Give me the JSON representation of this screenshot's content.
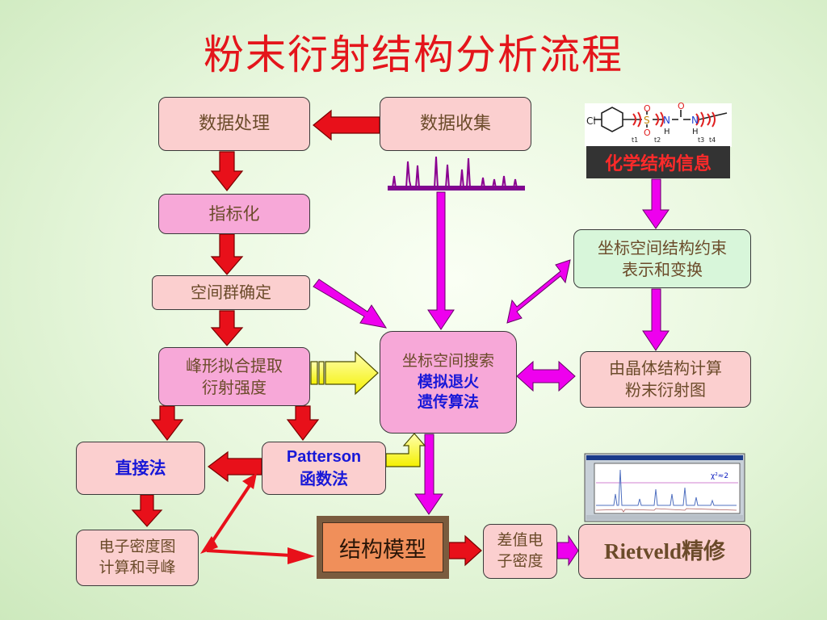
{
  "title": "粉末衍射结构分析流程",
  "boxes": {
    "data_processing": "数据处理",
    "data_collection": "数据收集",
    "indexing": "指标化",
    "space_group": "空间群确定",
    "peak_fit_1": "峰形拟合提取",
    "peak_fit_2": "衍射强度",
    "search_1": "坐标空间搜索",
    "search_2": "模拟退火",
    "search_3": "遗传算法",
    "constraint_1": "坐标空间结构约束",
    "constraint_2": "表示和变换",
    "calc_1": "由晶体结构计算",
    "calc_2": "粉末衍射图",
    "direct_method": "直接法",
    "patterson_1": "Patterson",
    "patterson_2": "函数法",
    "density_1": "电子密度图",
    "density_2": "计算和寻峰",
    "structure_model": "结构模型",
    "diff_1": "差值电",
    "diff_2": "子密度",
    "rietveld": "Rietveld精修",
    "chem_info": "化学结构信息"
  },
  "molecule": {
    "cl": "Cl",
    "s": "S",
    "o_top": "O",
    "o_bottom": "O",
    "o_carbonyl": "O",
    "n1": "N",
    "n2": "N",
    "h1": "H",
    "h2": "H",
    "t1": "t1",
    "t2": "t2",
    "t3": "t3",
    "t4": "t4"
  },
  "rietveld_inset": {
    "chi_label": "χ²≈2"
  },
  "colors": {
    "title": "#e4151b",
    "red_arrow": "#e8101a",
    "magenta_arrow": "#ee00ee",
    "yellow_arrow": "#ffff00"
  }
}
